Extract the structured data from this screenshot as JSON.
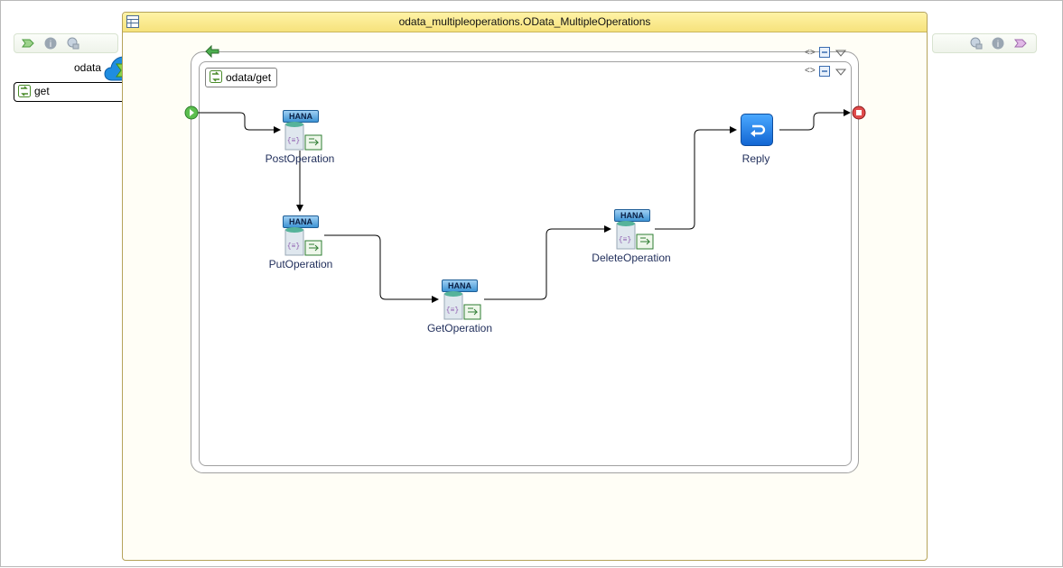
{
  "process": {
    "title": "odata_multipleoperations.OData_MultipleOperations"
  },
  "service": {
    "name": "odata",
    "operation": "get"
  },
  "scope": {
    "label": "odata/get"
  },
  "nodes": {
    "post": "PostOperation",
    "put": "PutOperation",
    "get": "GetOperation",
    "delete": "DeleteOperation",
    "reply": "Reply"
  },
  "hana_tag": "HANA",
  "colors": {
    "start": "#4caf50",
    "end": "#d9534f",
    "header": "#f6e27c",
    "reply": "#1e7de0"
  }
}
